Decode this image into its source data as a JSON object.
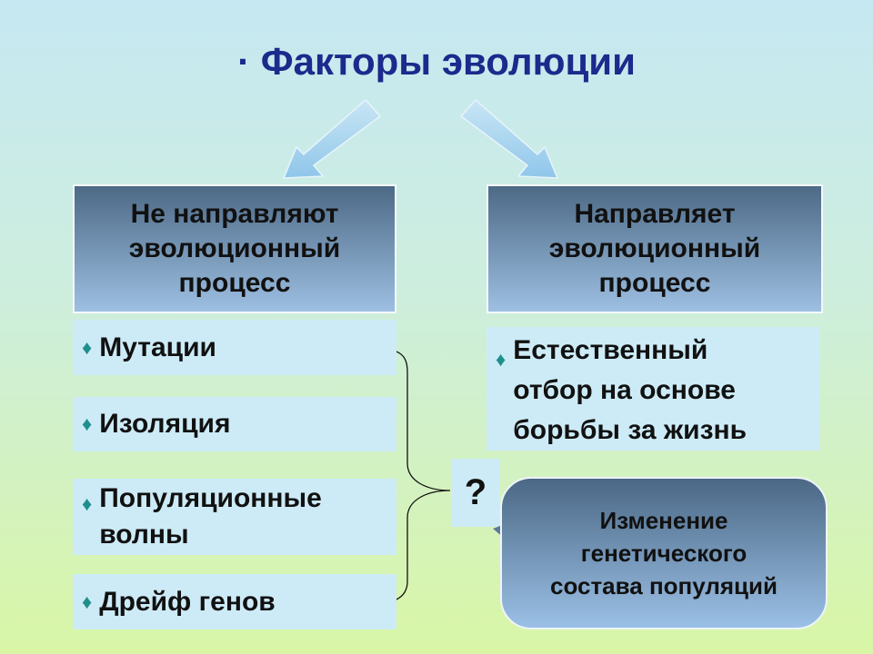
{
  "title": "· Факторы эволюции",
  "left": {
    "header": "Не направляют\nэволюционный\nпроцесс",
    "items": [
      "Мутации",
      "Изоляция",
      "Популяционные\n      волны",
      "Дрейф генов"
    ]
  },
  "right": {
    "header": "Направляет\nэволюционный\nпроцесс",
    "item": "Естественный\nотбор на основе\nборьбы  за жизнь"
  },
  "question": "?",
  "callout": "Изменение\nгенетического\nсостава популяций",
  "bullet": "♦",
  "colors": {
    "title": "#1b2a8c",
    "bullet": "#1f8f8c",
    "arrow": "#a8d4ef"
  }
}
